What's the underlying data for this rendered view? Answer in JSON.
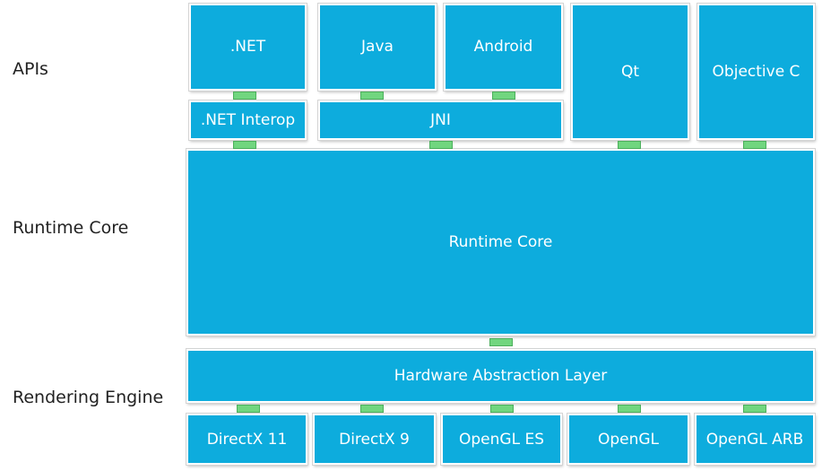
{
  "layers": {
    "apis": "APIs",
    "runtime": "Runtime Core",
    "rendering": "Rendering Engine"
  },
  "apis": {
    "dotnet": ".NET",
    "java": "Java",
    "android": "Android",
    "qt": "Qt",
    "objc": "Objective C",
    "dotnet_interop": ".NET Interop",
    "jni": "JNI"
  },
  "core": {
    "runtime": "Runtime Core"
  },
  "rendering": {
    "hal": "Hardware Abstraction Layer",
    "dx11": "DirectX 11",
    "dx9": "DirectX 9",
    "gles": "OpenGL ES",
    "gl": "OpenGL",
    "glarb": "OpenGL ARB"
  },
  "colors": {
    "block": "#0DACDD",
    "connector": "#71D67F",
    "block_text": "#FFFFFF",
    "label_text": "#222222"
  }
}
